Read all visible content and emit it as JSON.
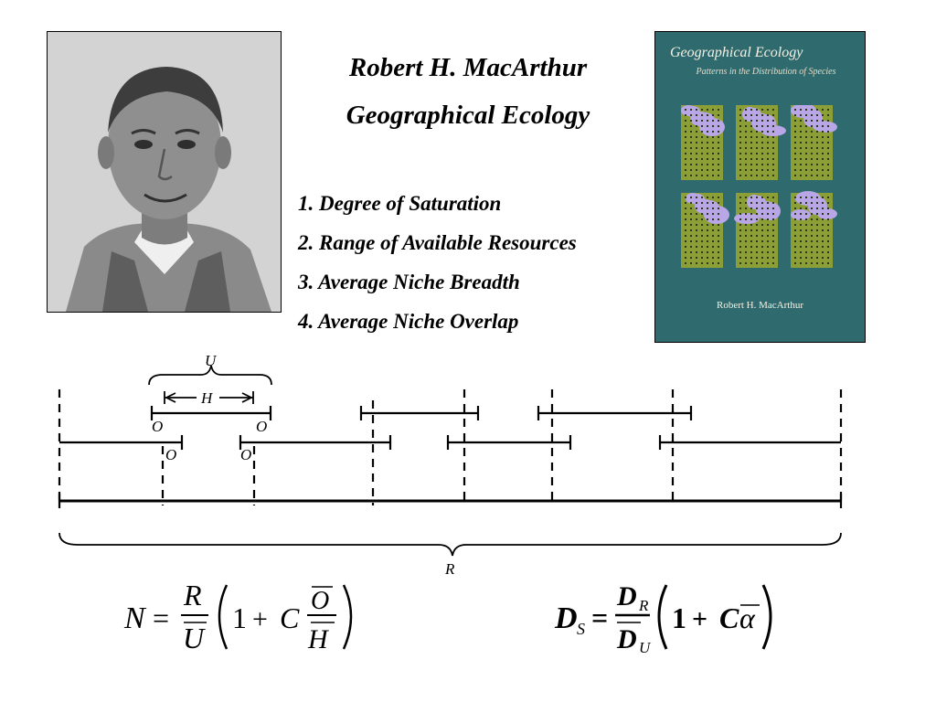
{
  "header": {
    "author": "Robert H. MacArthur",
    "book_title": "Geographical Ecology"
  },
  "topics": [
    "1. Degree of Saturation",
    "2. Range of Available Resources",
    "3. Average Niche Breadth",
    "4. Average Niche Overlap"
  ],
  "cover": {
    "title": "Geographical Ecology",
    "subtitle": "Patterns in the Distribution of Species",
    "author": "Robert H. MacArthur",
    "colors": {
      "background": "#2f6a6e",
      "map_land": "#8c9f36",
      "map_water": "#b9a6e6"
    }
  },
  "diagram": {
    "labels": {
      "U": "U",
      "H": "H",
      "R": "R",
      "O": "O"
    }
  },
  "formulas": {
    "left": {
      "lhs": "N",
      "eq": "=",
      "num": "R",
      "den": "U",
      "one": "1",
      "plus": "+",
      "C": "C",
      "onum": "O",
      "oden": "H"
    },
    "right": {
      "lhs": "D",
      "lhs_sub": "S",
      "eq": "=",
      "num": "D",
      "num_sub": "R",
      "den": "D",
      "den_sub": "U",
      "one": "1",
      "plus": "+",
      "C": "C",
      "alpha": "α"
    }
  }
}
